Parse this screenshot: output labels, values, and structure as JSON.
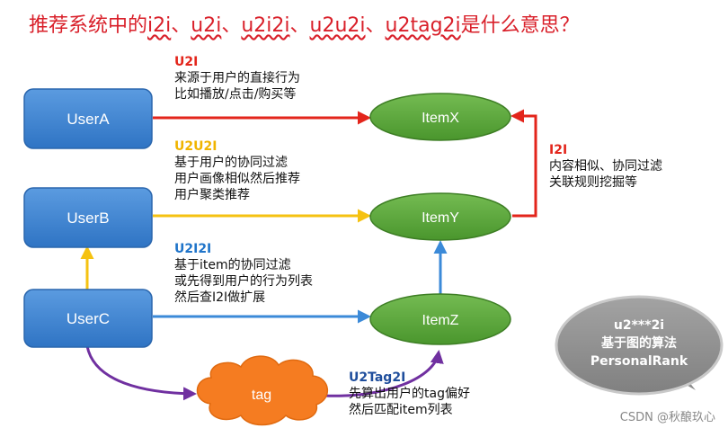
{
  "title": {
    "prefix": "推荐系统中的",
    "terms": [
      "i2i",
      "u2i",
      "u2i2i",
      "u2u2i",
      "u2tag2i"
    ],
    "separator": "、",
    "suffix": "是什么意思？"
  },
  "nodes": {
    "userA": "UserA",
    "userB": "UserB",
    "userC": "UserC",
    "itemX": "ItemX",
    "itemY": "ItemY",
    "itemZ": "ItemZ",
    "tag": "tag"
  },
  "labels": {
    "u2i": {
      "head": "U2I",
      "lines": [
        "来源于用户的直接行为",
        "比如播放/点击/购买等"
      ]
    },
    "u2u2i": {
      "head": "U2U2I",
      "lines": [
        "基于用户的协同过滤",
        "用户画像相似然后推荐",
        "用户聚类推荐"
      ]
    },
    "u2i2i": {
      "head": "U2I2I",
      "lines": [
        "基于item的协同过滤",
        "或先得到用户的行为列表",
        "然后查I2I做扩展"
      ]
    },
    "i2i": {
      "head": "I2I",
      "lines": [
        "内容相似、协同过滤",
        "关联规则挖掘等"
      ]
    },
    "u2tag2i": {
      "head": "U2Tag2I",
      "lines": [
        "先算出用户的tag偏好",
        "然后匹配item列表"
      ]
    }
  },
  "bubble": {
    "lines": [
      "u2***2i",
      "基于图的算法",
      "PersonalRank"
    ]
  },
  "watermark": "CSDN @秋酿玖心",
  "colors": {
    "title": "#d9202a",
    "user_box": "#3f86d4",
    "item_ellipse": "#5aa63a",
    "tag_cloud": "#f57c21",
    "bubble": "#8c8c8c",
    "arrow_red": "#e3251b",
    "arrow_yellow": "#f5c211",
    "arrow_blue": "#3b8ad8",
    "arrow_purple": "#7030a0",
    "head_red": "#e3251b",
    "head_yellow": "#f0b400",
    "head_blue": "#1f74c9",
    "head_purple": "#1f4e9c"
  }
}
